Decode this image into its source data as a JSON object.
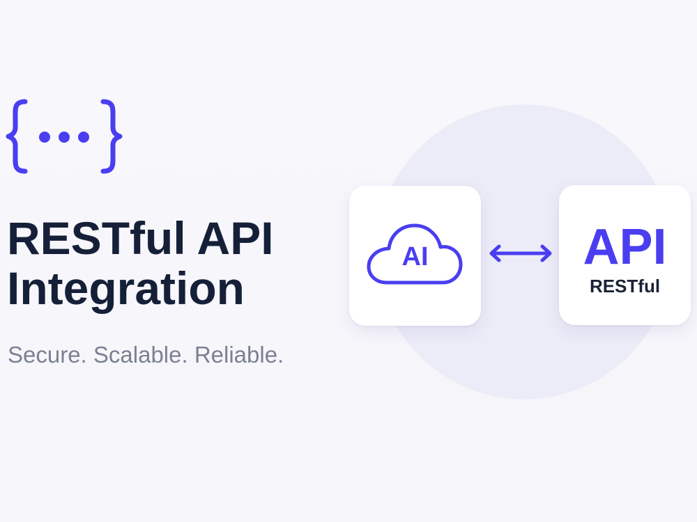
{
  "hero": {
    "brace_icon": "curly-braces-ellipsis-icon",
    "title_line1": "RESTful API",
    "title_line2": "Integration",
    "tagline": "Secure. Scalable. Reliable."
  },
  "diagram": {
    "ai_card": {
      "icon": "cloud-icon",
      "label": "AI"
    },
    "connector_icon": "double-arrow-icon",
    "api_card": {
      "title": "API",
      "subtitle": "RESTful"
    }
  },
  "colors": {
    "accent": "#4a3ef0",
    "title": "#152038",
    "tagline": "#7b8192",
    "background": "#f6f6fb",
    "circle": "#ececf8",
    "card": "#ffffff"
  }
}
